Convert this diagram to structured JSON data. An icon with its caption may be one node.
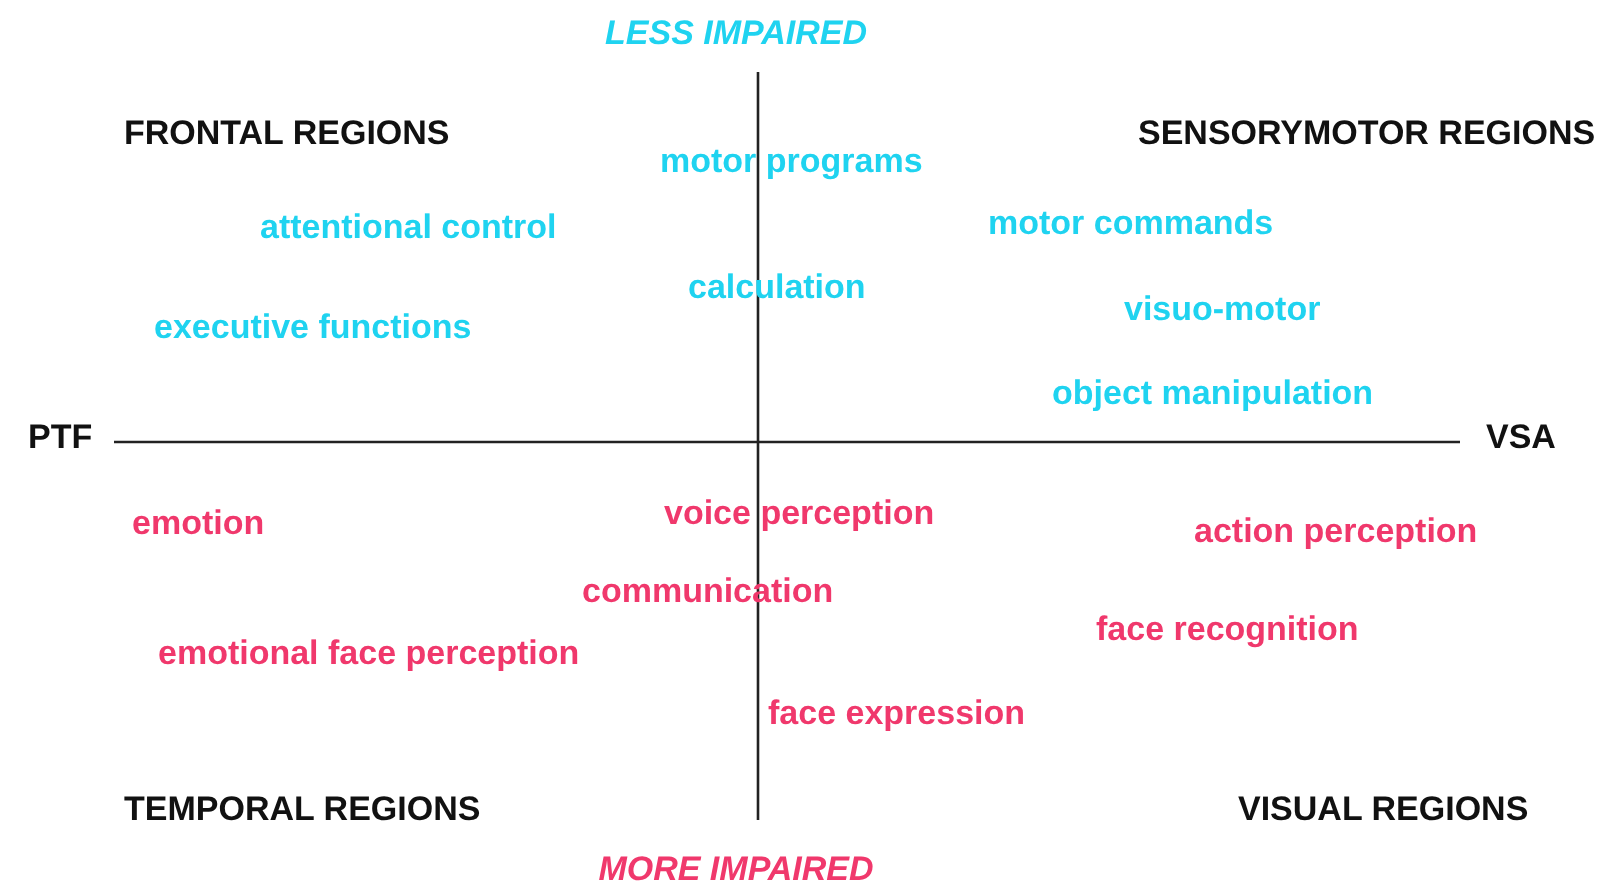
{
  "diagram": {
    "labels": [
      "LESS IMPAIRED",
      "FRONTAL REGIONS",
      "motor programs",
      "SENSORYMOTOR REGIONS",
      "attentional control",
      "motor commands",
      "calculation",
      "visuo-motor",
      "executive functions",
      "object manipulation",
      "PTF",
      "VSA",
      "emotion",
      "voice perception",
      "action perception",
      "communication",
      "face recognition",
      "emotional face perception",
      "face expression",
      "TEMPORAL REGIONS",
      "VISUAL REGIONS",
      "MORE IMPAIRED"
    ]
  }
}
